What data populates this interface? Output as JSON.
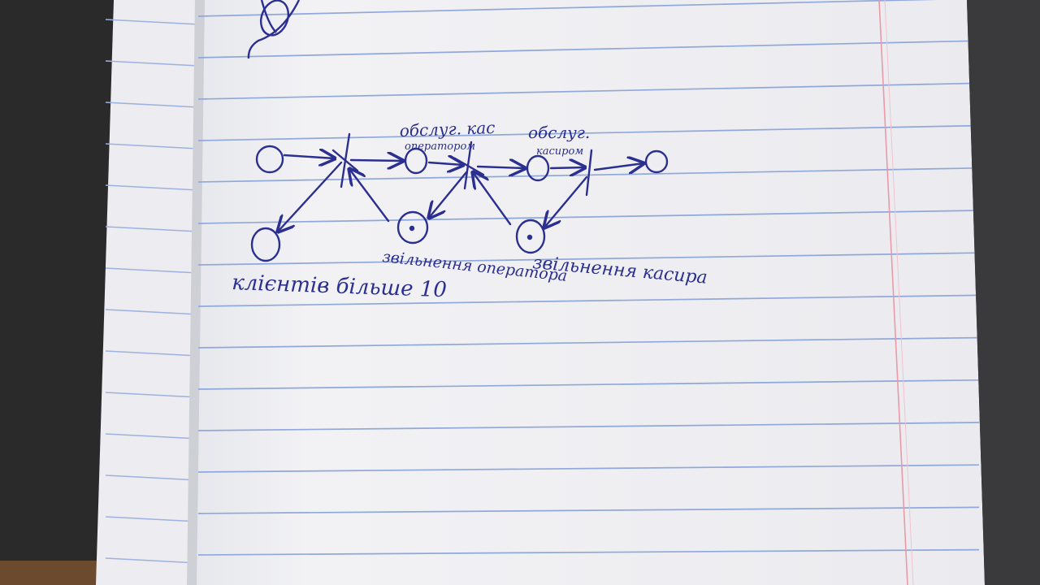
{
  "photo": {
    "subject": "handwritten Petri-net sketch on lined notebook paper",
    "ink_color": "#2b2f8f",
    "paper_color": "#f1f1f4",
    "rule_color": "#8fa8dc",
    "margin_rule_color": "#e99aa6",
    "background_color": "#2a2a2b"
  },
  "labels": {
    "transition1_top": "обслуг. кас",
    "transition1_sub": "оператором",
    "transition2_top": "обслуг.",
    "transition2_sub": "касиром",
    "place_bottom1": "клієнтів більше 10",
    "place_bottom2": "звільнення оператора",
    "place_bottom3": "звільнення касира"
  }
}
